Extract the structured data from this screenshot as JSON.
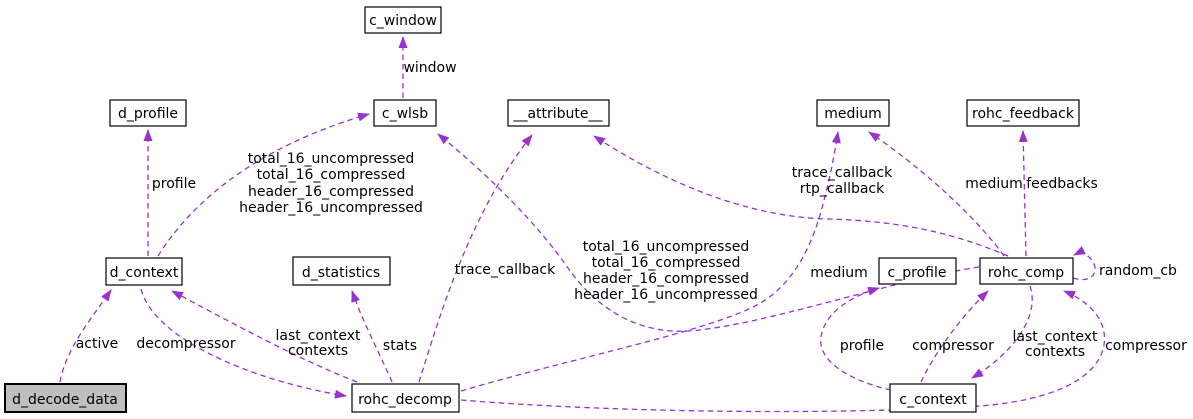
{
  "diagram": {
    "type": "doxygen-collaboration-graph",
    "colors": {
      "edge": "#9a32cd",
      "node_fill": "#ffffff",
      "node_border": "#000000",
      "highlighted_node_fill": "#bfbfbf",
      "text": "#000000",
      "background": "#ffffff"
    }
  },
  "nodes": [
    {
      "id": "c_window",
      "label": "c_window"
    },
    {
      "id": "d_profile",
      "label": "d_profile"
    },
    {
      "id": "c_wlsb",
      "label": "c_wlsb"
    },
    {
      "id": "__attribute__",
      "label": "__attribute__"
    },
    {
      "id": "medium",
      "label": "medium"
    },
    {
      "id": "rohc_feedback",
      "label": "rohc_feedback"
    },
    {
      "id": "d_context",
      "label": "d_context"
    },
    {
      "id": "d_statistics",
      "label": "d_statistics"
    },
    {
      "id": "c_profile",
      "label": "c_profile"
    },
    {
      "id": "rohc_comp",
      "label": "rohc_comp"
    },
    {
      "id": "d_decode_data",
      "label": "d_decode_data",
      "highlighted": true
    },
    {
      "id": "rohc_decomp",
      "label": "rohc_decomp"
    },
    {
      "id": "c_context",
      "label": "c_context"
    }
  ],
  "edges": [
    {
      "from": "c_wlsb",
      "to": "c_window",
      "label_lines": [
        "window"
      ]
    },
    {
      "from": "d_context",
      "to": "d_profile",
      "label_lines": [
        "profile"
      ]
    },
    {
      "from": "d_context",
      "to": "c_wlsb",
      "label_lines": [
        "total_16_uncompressed",
        "total_16_compressed",
        "header_16_compressed",
        "header_16_uncompressed"
      ]
    },
    {
      "from": "rohc_comp",
      "to": "c_wlsb",
      "label_lines": [
        "total_16_uncompressed",
        "total_16_compressed",
        "header_16_compressed",
        "header_16_uncompressed"
      ]
    },
    {
      "from": "rohc_decomp",
      "to": "__attribute__",
      "label_lines": [
        "trace_callback"
      ]
    },
    {
      "from": "rohc_comp",
      "to": "__attribute__",
      "label_lines": [
        "trace_callback",
        "rtp_callback"
      ]
    },
    {
      "from": "rohc_decomp",
      "to": "medium",
      "label_lines": [
        "medium"
      ]
    },
    {
      "from": "rohc_comp",
      "to": "medium",
      "label_lines": [
        "medium"
      ]
    },
    {
      "from": "rohc_comp",
      "to": "rohc_feedback",
      "label_lines": [
        "feedbacks"
      ]
    },
    {
      "from": "rohc_comp",
      "to": "rohc_comp",
      "label_lines": [
        "random_cb"
      ]
    },
    {
      "from": "d_decode_data",
      "to": "d_context",
      "label_lines": [
        "active"
      ]
    },
    {
      "from": "rohc_decomp",
      "to": "d_context",
      "label_lines": [
        "last_context",
        "contexts"
      ]
    },
    {
      "from": "d_context",
      "to": "rohc_decomp",
      "label_lines": [
        "decompressor"
      ]
    },
    {
      "from": "rohc_decomp",
      "to": "d_statistics",
      "label_lines": [
        "stats"
      ]
    },
    {
      "from": "rohc_decomp",
      "to": "rohc_comp",
      "label_lines": [
        "compressor"
      ]
    },
    {
      "from": "c_context",
      "to": "rohc_comp",
      "label_lines": [
        "compressor"
      ]
    },
    {
      "from": "rohc_comp",
      "to": "c_context",
      "label_lines": [
        "last_context",
        "contexts"
      ]
    },
    {
      "from": "c_context",
      "to": "c_profile",
      "label_lines": [
        "profile"
      ]
    }
  ]
}
